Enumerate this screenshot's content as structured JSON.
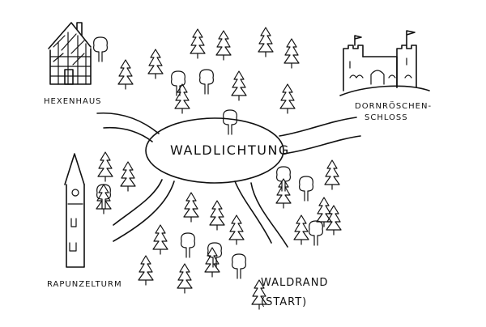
{
  "labels": {
    "clearing": "WALDLICHTUNG",
    "witch_house": "HEXENHAUS",
    "castle_line1": "DORNRÖSCHEN-",
    "castle_line2": "SCHLOSS",
    "tower": "RAPUNZELTURM",
    "edge_line1": "WALDRAND",
    "edge_line2": "(START)"
  },
  "colors": {
    "ink": "#111111",
    "paper": "#ffffff"
  },
  "icons": {
    "conifer": "conifer-tree-icon",
    "deciduous": "deciduous-tree-icon",
    "house": "half-timbered-house-icon",
    "castle": "castle-icon",
    "tower": "tower-icon"
  }
}
